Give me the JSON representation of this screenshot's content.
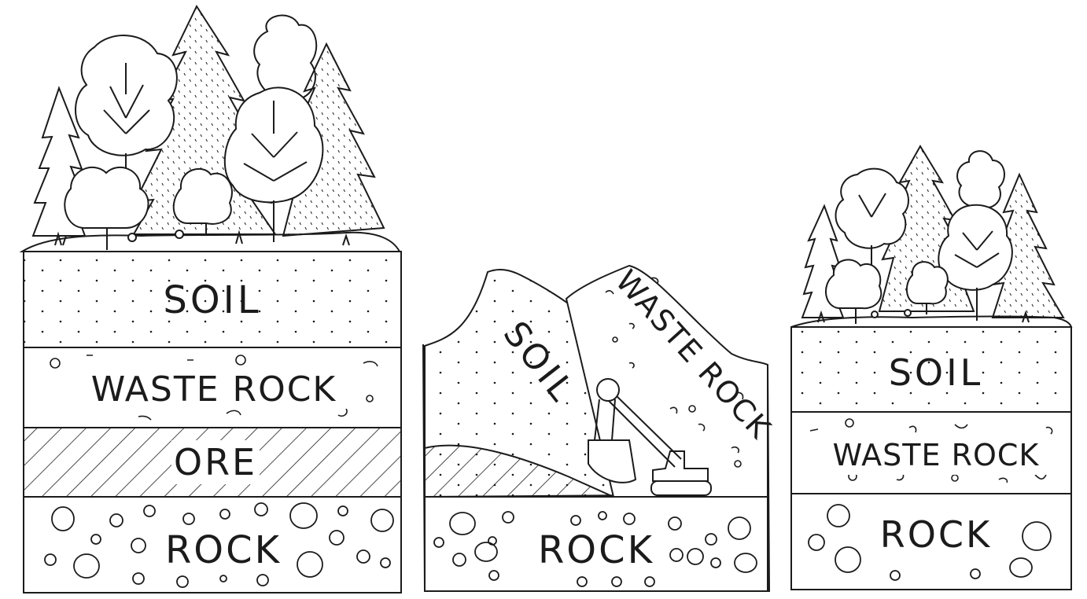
{
  "panels": {
    "before": {
      "layers": [
        "SOIL",
        "WASTE ROCK",
        "ORE",
        "ROCK"
      ]
    },
    "during": {
      "piles": [
        "SOIL",
        "WASTE ROCK"
      ],
      "base": "ROCK"
    },
    "after": {
      "layers": [
        "SOIL",
        "WASTE ROCK",
        "ROCK"
      ]
    }
  },
  "colors": {
    "ink": "#1b1b1b",
    "background": "#ffffff"
  },
  "icons": [
    "conifer-tree",
    "deciduous-tree",
    "bush",
    "flower",
    "grass",
    "excavator"
  ]
}
